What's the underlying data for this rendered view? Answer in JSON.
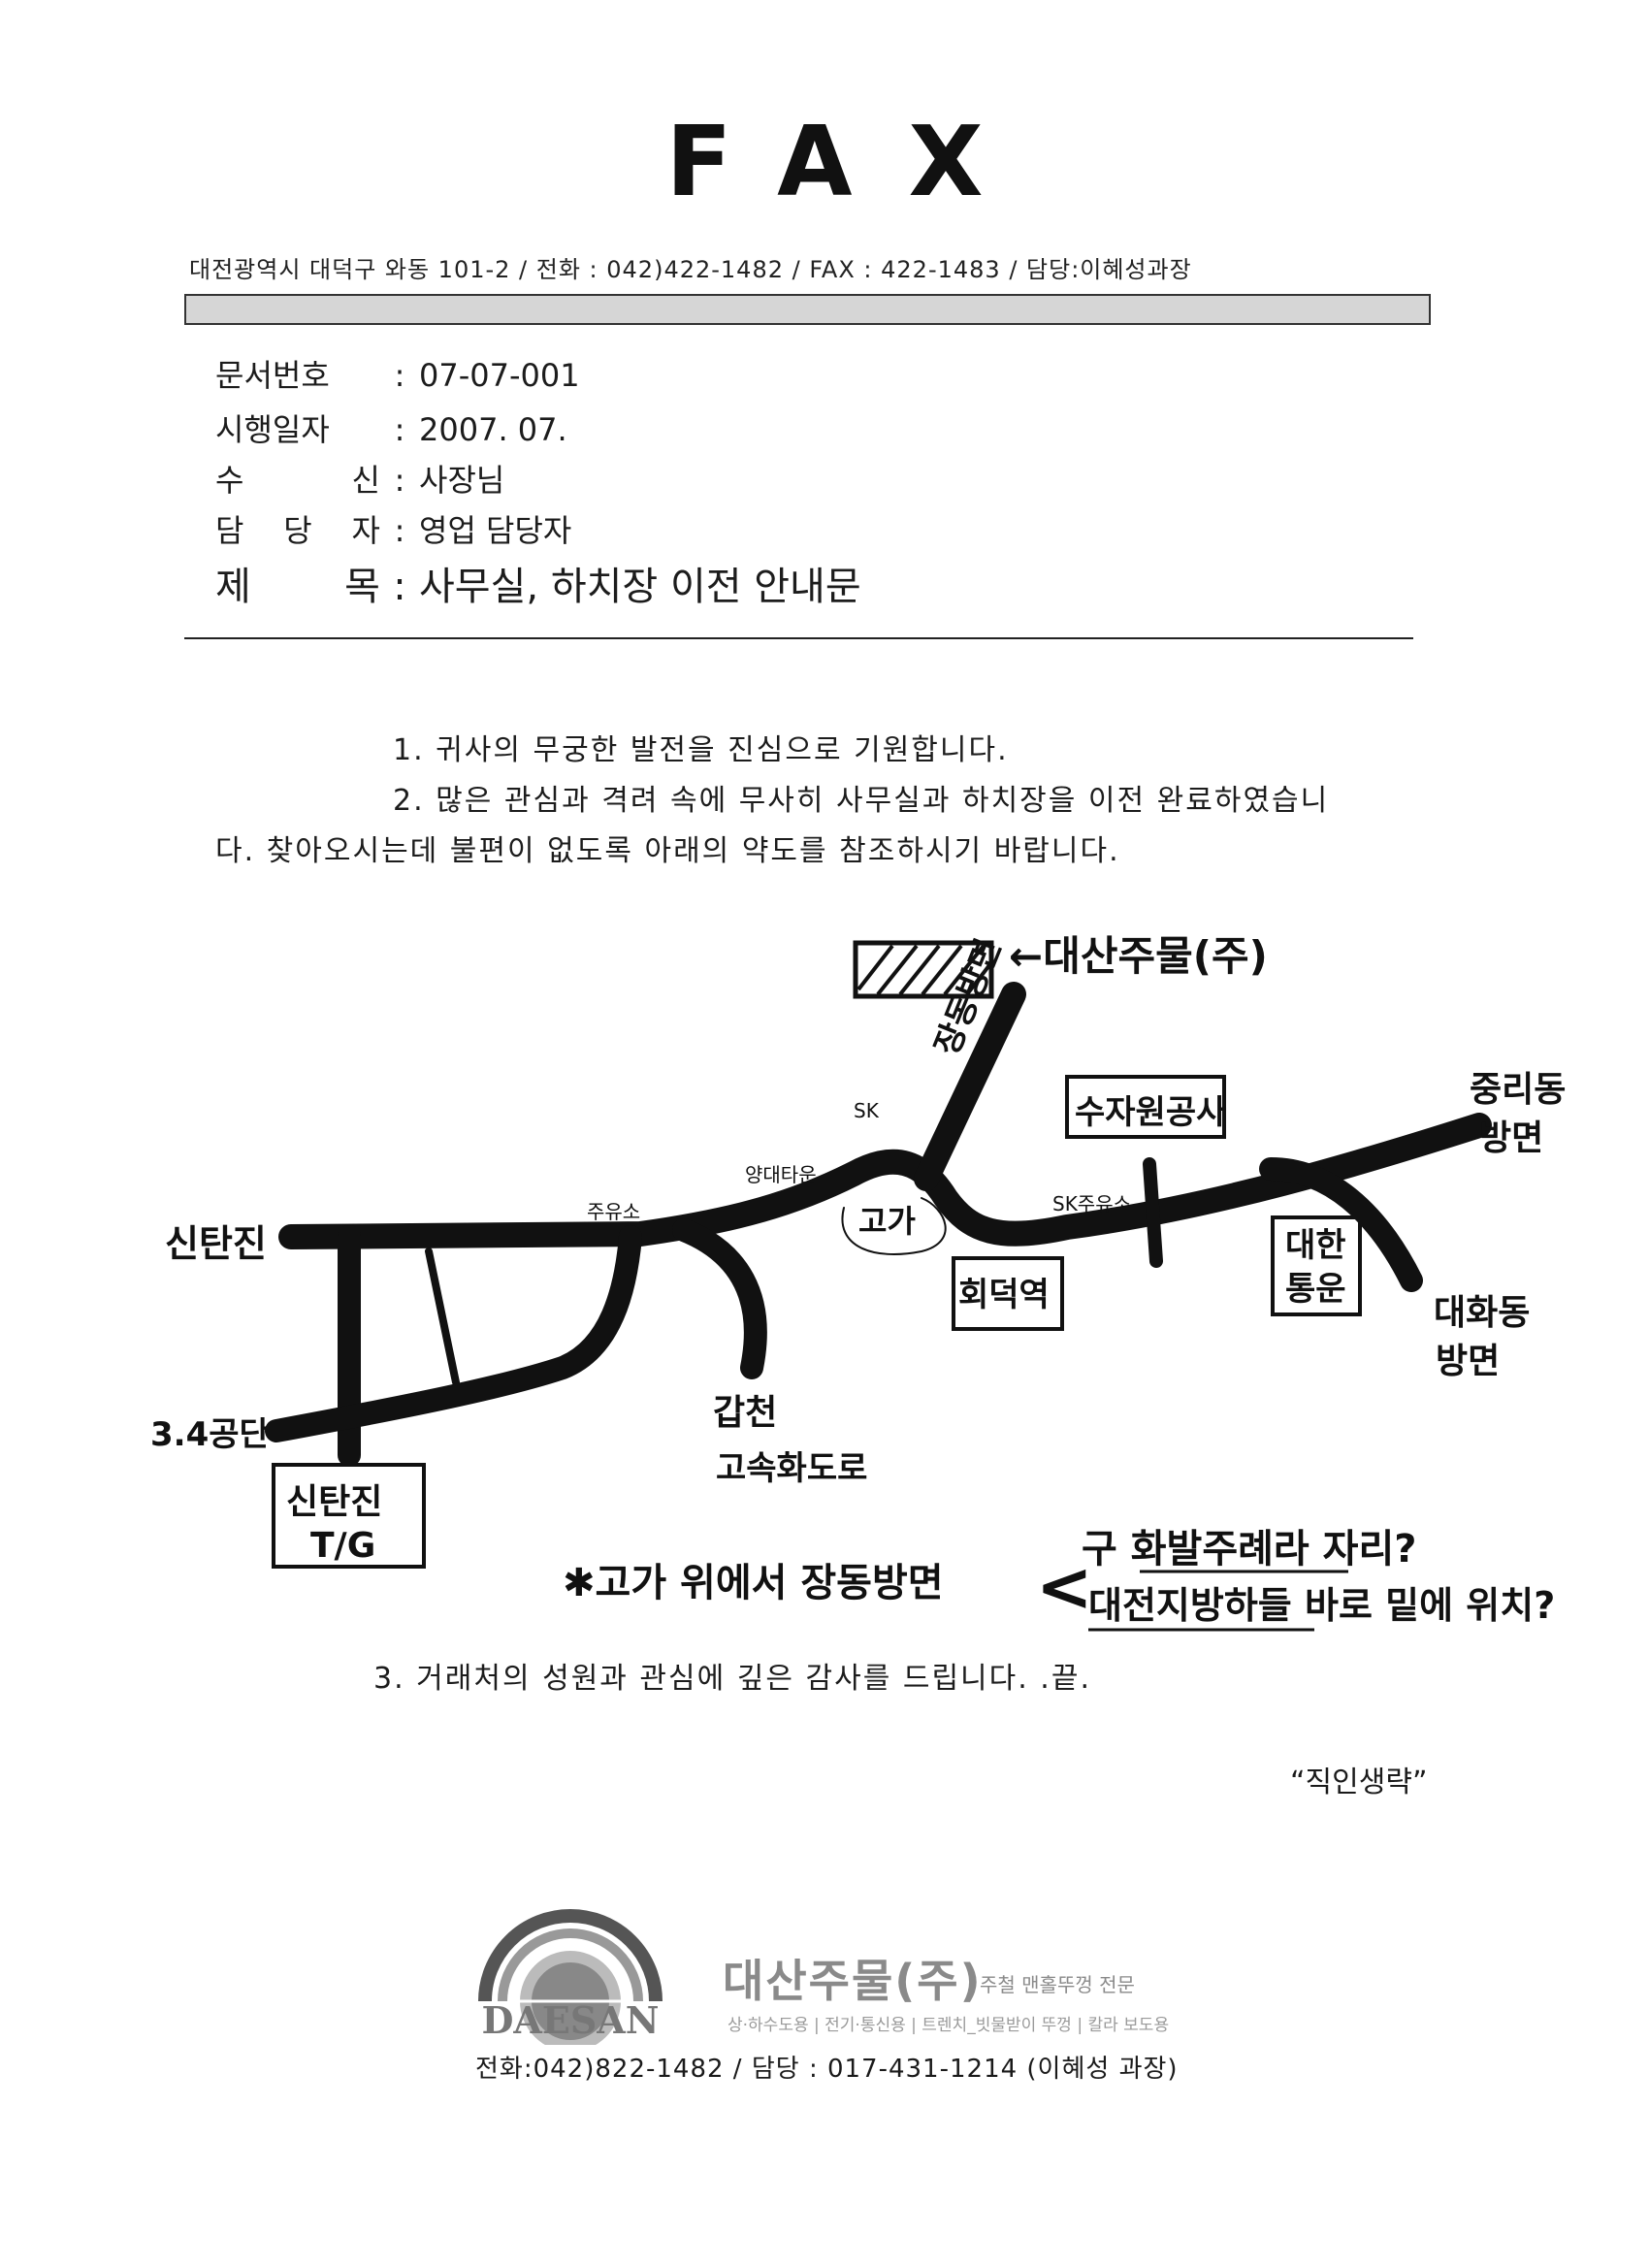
{
  "header": {
    "title": "FAX",
    "sender_line": "대전광역시 대덕구 와동 101-2  /  전화 : 042)422-1482 / FAX : 422-1483 / 담당:이혜성과장"
  },
  "meta": [
    {
      "key": "문서번호",
      "value": "07-07-001"
    },
    {
      "key": "시행일자",
      "value": "2007. 07."
    },
    {
      "key": "수    신",
      "value": "사장님"
    },
    {
      "key": "담 당 자",
      "value": "영업 담당자"
    }
  ],
  "subject": {
    "key": "제   목",
    "value": "사무실, 하치장 이전 안내문"
  },
  "body": {
    "p1": "1. 귀사의 무궁한 발전을 진심으로 기원합니다.",
    "p2a": "2. 많은 관심과 격려 속에 무사히 사무실과 하치장을 이전 완료하였습니",
    "p2b": "다. 찾아오시는데 불편이 없도록 아래의 약도를 참조하시기 바랍니다.",
    "p3": "3. 거래처의 성원과 관심에 깊은 감사를 드립니다. .끝.",
    "seal": "“직인생략”"
  },
  "map": {
    "destination": "←대산주물(주)",
    "road_to_dest": "장동방면",
    "sk_left": "SK",
    "gas1": "주유소",
    "cafe": "양대타운",
    "overpass": "고가",
    "sk_gas2": "SK주유소",
    "supply": "수자원공사",
    "jungri": [
      "중리동",
      "방면"
    ],
    "sintanjin": "신탄진",
    "hoeduk": "회덕역",
    "daehan": [
      "대한",
      "통운"
    ],
    "daehwa": [
      "대화동",
      "방면"
    ],
    "gapcheon": [
      "갑천",
      "고속화도로"
    ],
    "industrial": "3.4공단",
    "tg": [
      "신탄진",
      "T/G"
    ],
    "note_left": "✱고가 위에서 장동방면",
    "note_r1": "구 화발주례라 자리?",
    "note_r2": "대전지방하들 바로 밑에 위치?"
  },
  "company": {
    "logo_text": "DAESAN",
    "name": "대산주물(주)",
    "tagline": "주철 맨홀뚜껑 전문",
    "products": "상·하수도용 | 전기·통신용 | 트렌치_빗물받이 뚜껑 | 칼라 보도용",
    "contact": "전화:042)822-1482 / 담당 : 017-431-1214 (이혜성 과장)"
  }
}
